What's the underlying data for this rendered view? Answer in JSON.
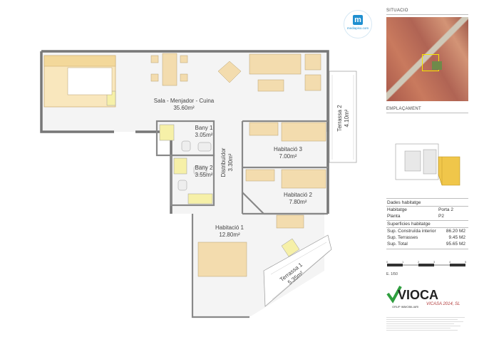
{
  "brand": {
    "badge_letter": "m",
    "badge_text": "mediapiso.com",
    "accent": "#1f8fd0"
  },
  "plan": {
    "rooms": [
      {
        "name": "Sala - Menjador - Cuina",
        "area": "35.60m²"
      },
      {
        "name": "Bany 1",
        "area": "3.05m²"
      },
      {
        "name": "Bany 2",
        "area": "3.55m²"
      },
      {
        "name": "Distribuïdor",
        "area": "3.30m²"
      },
      {
        "name": "Habitació 3",
        "area": "7.00m²"
      },
      {
        "name": "Habitació 2",
        "area": "7.80m²"
      },
      {
        "name": "Habitació 1",
        "area": "12.80m²"
      },
      {
        "name": "Terrassa 2",
        "area": "4.10m²"
      },
      {
        "name": "Terrassa 1",
        "area": "5.35m²"
      }
    ]
  },
  "side": {
    "situacio": "SITUACIO",
    "emplacament": "EMPLAÇAMENT",
    "dades_title": "Dades habitatge",
    "dades": [
      {
        "label": "Habitatge",
        "value": "Porta 2"
      },
      {
        "label": "Planta",
        "value": "P2"
      }
    ],
    "superficies_title": "Superficies habitatge",
    "superficies": [
      {
        "label": "Sup. Construïda interior",
        "value": "86.20 M2"
      },
      {
        "label": "Sup. Terrasses",
        "value": "9.45 M2"
      },
      {
        "label": "Sup. Total",
        "value": "95.65 M2"
      }
    ],
    "scale_ticks": [
      "0",
      "1",
      "2",
      "3",
      "4",
      "5"
    ],
    "scale_label": "E. 1/50",
    "logo1": "VIOCA",
    "logo1_sub": "GRUP IMMOBILIARI",
    "logo2": "VICASA 2014, SL"
  }
}
